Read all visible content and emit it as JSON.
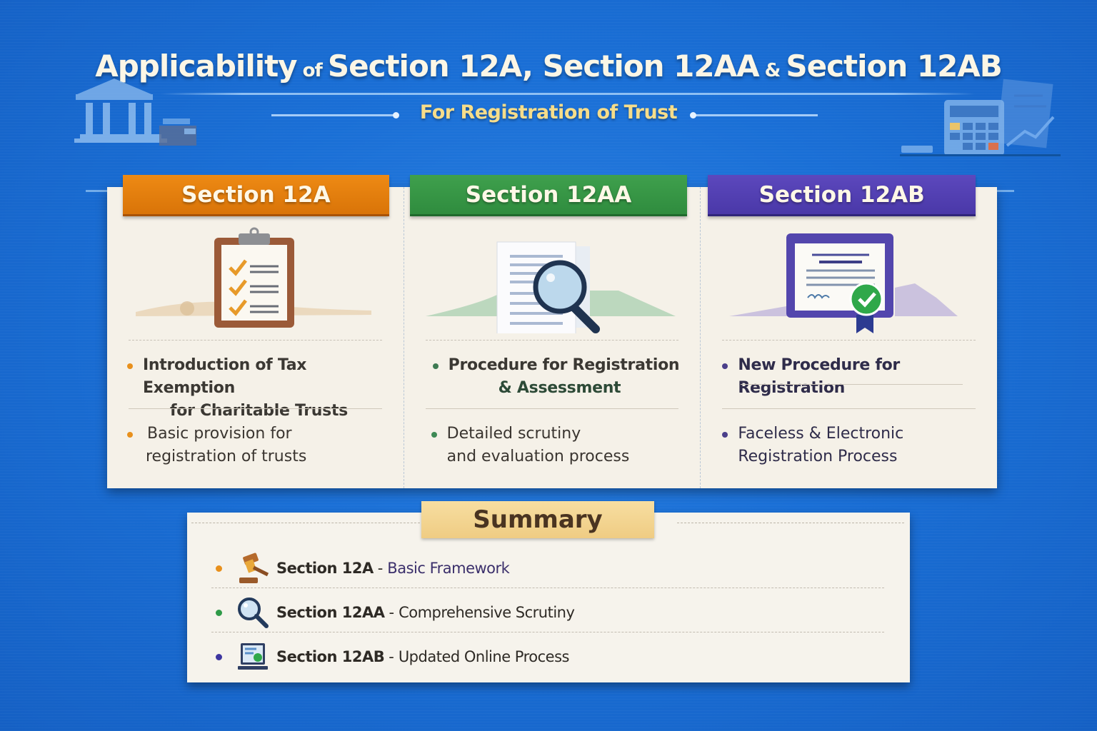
{
  "header": {
    "title_part1": "Applicability",
    "title_of": " of ",
    "title_part2": "Section 12A, Section 12AA",
    "title_amp": " & ",
    "title_part3": "Section 12AB",
    "subtitle": "For Registration of Trust"
  },
  "colors": {
    "background": "#1a6fd6",
    "section_12a": "#e07c0c",
    "section_12aa": "#359447",
    "section_12ab": "#5342b3",
    "summary_banner": "#f2d48e",
    "subtitle": "#f6dd8a"
  },
  "sections": [
    {
      "title": "Section 12A",
      "icon": "clipboard-checklist-icon",
      "bullets": [
        {
          "line1": "Introduction of Tax Exemption",
          "line2": "for Charitable Trusts"
        },
        {
          "line1": "Basic provision for",
          "line2": "registration of trusts"
        }
      ]
    },
    {
      "title": "Section 12AA",
      "icon": "document-magnifier-icon",
      "bullets": [
        {
          "line1": "Procedure for Registration",
          "line2": "& Assessment"
        },
        {
          "line1": "Detailed scrutiny",
          "line2": "and evaluation process"
        }
      ]
    },
    {
      "title": "Section 12AB",
      "icon": "certificate-approved-icon",
      "bullets": [
        {
          "line1": "New Procedure for Registration"
        },
        {
          "line1": "Faceless & Electronic",
          "line2": "Registration Process"
        }
      ]
    }
  ],
  "summary": {
    "title": "Summary",
    "items": [
      {
        "label": "Section 12A",
        "sep": "-",
        "desc": "Basic Framework",
        "icon": "gavel-icon",
        "dot": "#e8901c",
        "desc_color": "#3b2f6b"
      },
      {
        "label": "Section 12AA",
        "sep": "-",
        "desc": "Comprehensive Scrutiny",
        "icon": "magnifier-icon",
        "dot": "#2f9a48",
        "desc_color": "#2e2a25"
      },
      {
        "label": "Section 12AB",
        "sep": "-",
        "desc": "Updated Online Process",
        "icon": "laptop-check-icon",
        "dot": "#3d36a0",
        "desc_color": "#2e2a25"
      }
    ]
  }
}
